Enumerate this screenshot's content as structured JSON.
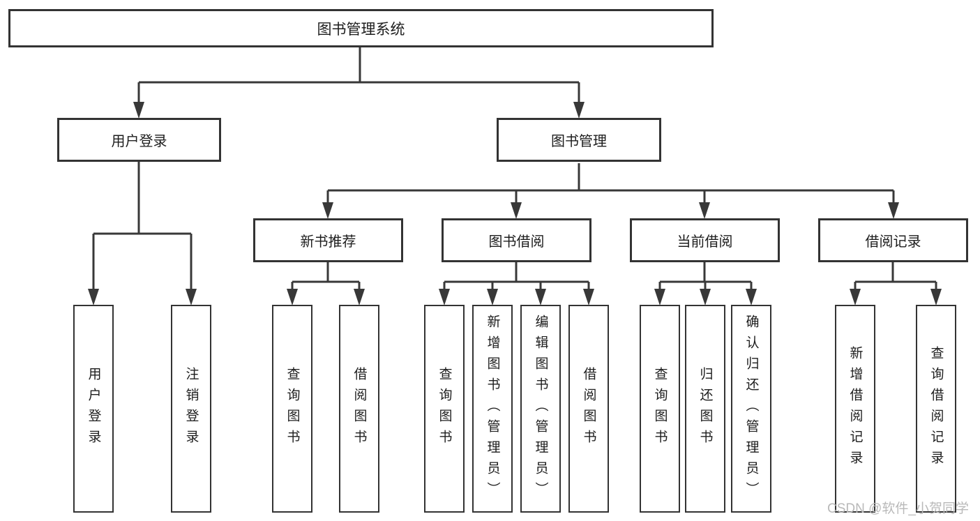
{
  "tree": {
    "label": "图书管理系统",
    "children": [
      {
        "label": "用户登录",
        "children": [
          {
            "label": "用户登录"
          },
          {
            "label": "注销登录"
          }
        ]
      },
      {
        "label": "图书管理",
        "children": [
          {
            "label": "新书推荐",
            "children": [
              {
                "label": "查询图书"
              },
              {
                "label": "借阅图书"
              }
            ]
          },
          {
            "label": "图书借阅",
            "children": [
              {
                "label": "查询图书"
              },
              {
                "label": "新增图书（管理员）"
              },
              {
                "label": "编辑图书（管理员）"
              },
              {
                "label": "借阅图书"
              }
            ]
          },
          {
            "label": "当前借阅",
            "children": [
              {
                "label": "查询图书"
              },
              {
                "label": "归还图书"
              },
              {
                "label": "确认归还（管理员）"
              }
            ]
          },
          {
            "label": "借阅记录",
            "children": [
              {
                "label": "新增借阅记录"
              },
              {
                "label": "查询借阅记录"
              }
            ]
          }
        ]
      }
    ]
  },
  "watermark": {
    "text": "CSDN @软件_小贺同学"
  },
  "colors": {
    "line": "#383838",
    "border": "#333333",
    "text": "#1d1d1d",
    "watermark": "#b9b9b9",
    "background": "#ffffff"
  }
}
